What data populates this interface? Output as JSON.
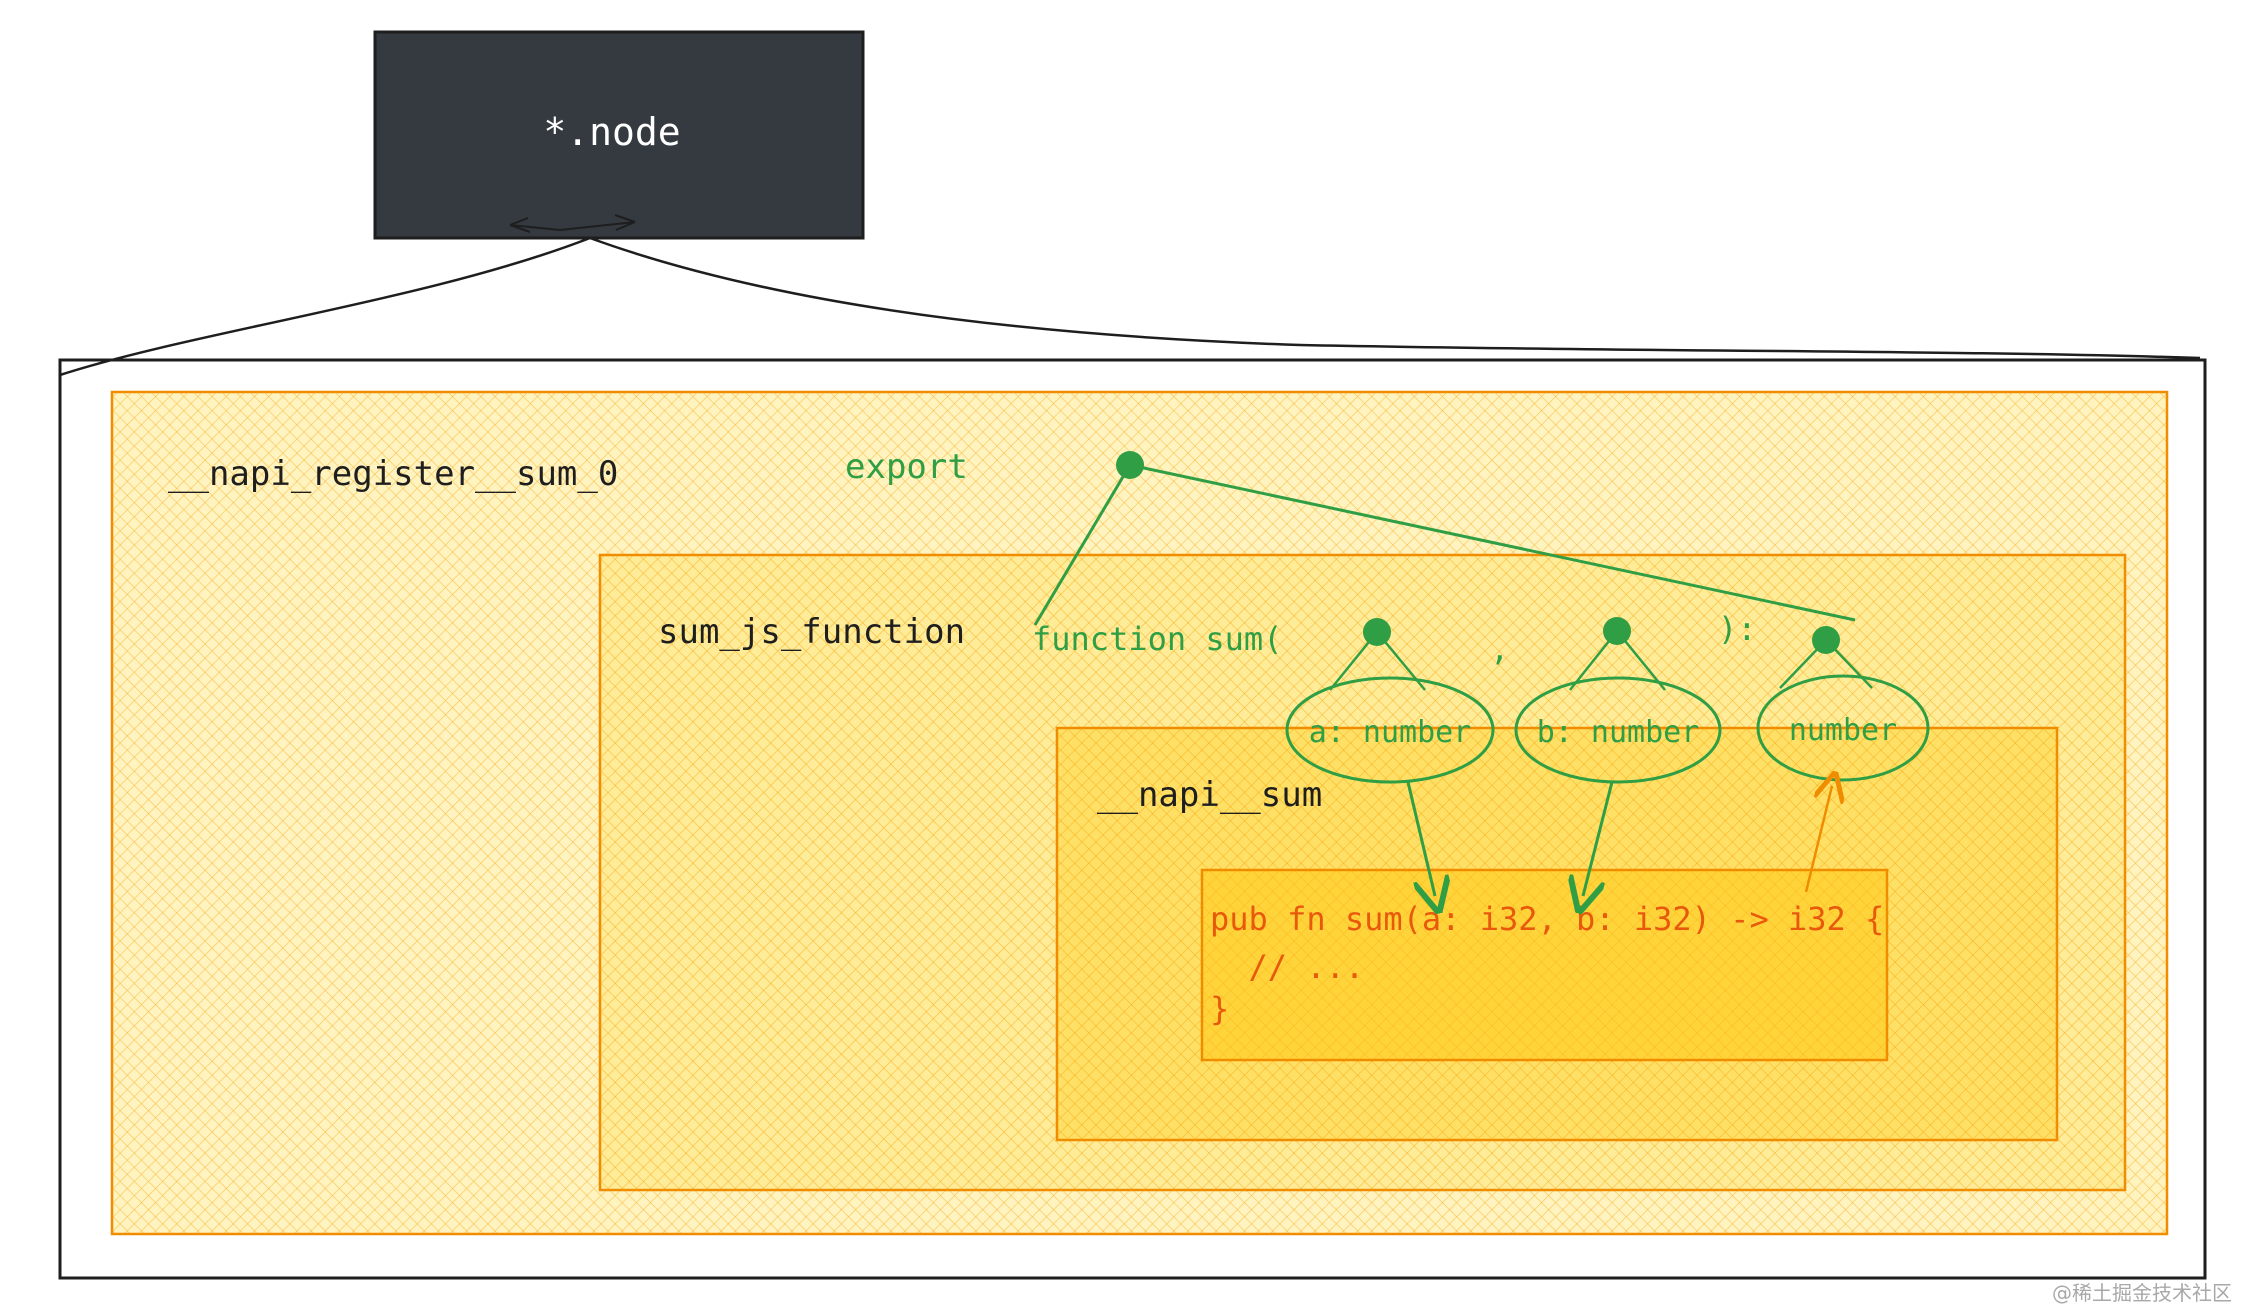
{
  "node_box": {
    "label": "*.node"
  },
  "outer_box": {
    "label": "__napi_register__sum_0"
  },
  "export_label": "export",
  "js_function_box": {
    "label": "sum_js_function"
  },
  "js_signature": {
    "prefix": "function sum(",
    "comma": ",",
    "suffix": "):",
    "params": [
      "a: number",
      "b: number"
    ],
    "return_type": "number"
  },
  "napi_sum_box": {
    "label": "__napi__sum"
  },
  "rust_code": {
    "lines": [
      "pub fn sum(a: i32, b: i32) -> i32 {",
      "  // ...",
      "}"
    ]
  },
  "watermark": "@稀土掘金技术社区",
  "colors": {
    "green": "#2f9e44",
    "orange": "#e8590c",
    "yellow_fill": "#fab005",
    "dark_box": "#343a40",
    "outline": "#1e1e1e"
  }
}
